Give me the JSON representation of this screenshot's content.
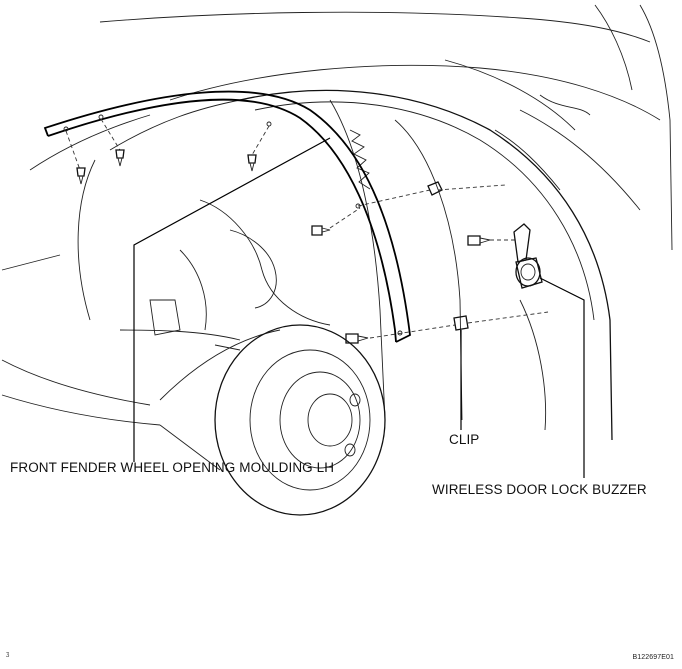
{
  "labels": {
    "clip": "CLIP",
    "moulding": "FRONT FENDER WHEEL OPENING MOULDING LH",
    "buzzer": "WIRELESS DOOR LOCK BUZZER",
    "figure_code": "B122697E01",
    "corner_mark": "ᶾ"
  },
  "colors": {
    "line": "#000000",
    "background": "#ffffff"
  }
}
